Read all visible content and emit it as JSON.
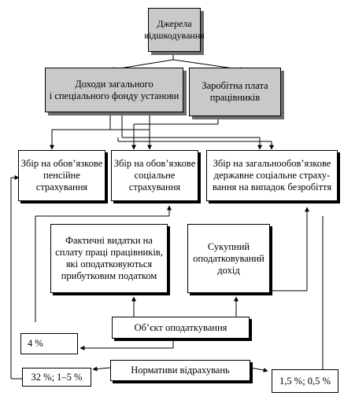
{
  "source": "Джерела\nвідшкодування",
  "income": "Доходи загального\nі спеціального фонду установи",
  "salary": "Заробітна плата\nпрацівників",
  "pension": "Збір на обов’язкове\nпенсійне\nстрахування",
  "social": "Збір на обов’язкове\nсоціальне\nстрахування",
  "unemployment": "Збір на загальнообов’язкове\nдержавне соціальне страху-\nвання на випадок безробіття",
  "actual_expenses": "Фактичні видатки на\nсплату праці працівників,\nякі оподатковуються\nприбутковим податком",
  "total_income": "Сукупний\nоподатковуваний\nдохід",
  "object": "Об’єкт оподаткування",
  "rate_4": "4 %",
  "norms": "Нормативи відрахувань",
  "rate_32": "32 %; 1–5 %",
  "rate_15": "1,5 %; 0,5 %"
}
